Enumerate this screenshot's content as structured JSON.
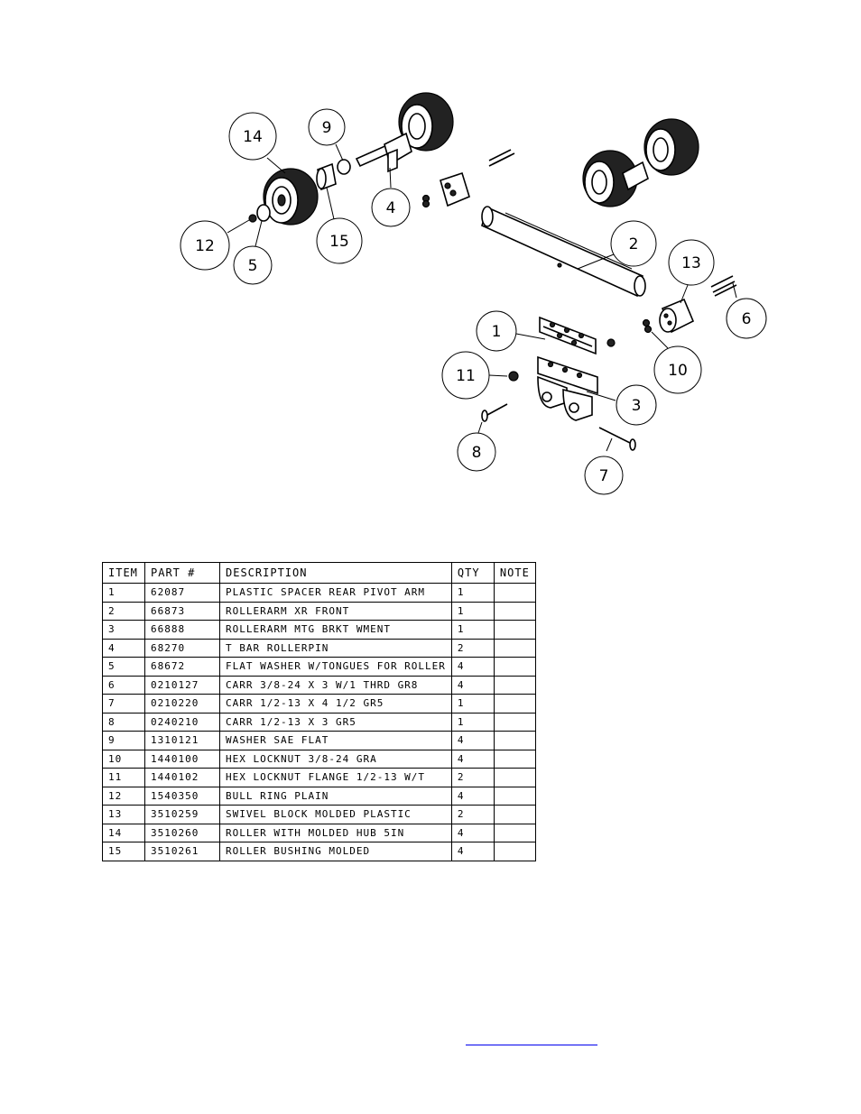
{
  "callouts": [
    "14",
    "9",
    "4",
    "12",
    "5",
    "15",
    "2",
    "13",
    "6",
    "1",
    "10",
    "11",
    "3",
    "8",
    "7"
  ],
  "table": {
    "headers": [
      "ITEM",
      "PART #",
      "DESCRIPTION",
      "QTY",
      "NOTE"
    ],
    "rows": [
      [
        "1",
        "62087",
        "PLASTIC SPACER REAR PIVOT ARM",
        "1",
        ""
      ],
      [
        "2",
        "66873",
        "ROLLERARM XR FRONT",
        "1",
        ""
      ],
      [
        "3",
        "66888",
        "ROLLERARM MTG BRKT WMENT",
        "1",
        ""
      ],
      [
        "4",
        "68270",
        "T BAR ROLLERPIN",
        "2",
        ""
      ],
      [
        "5",
        "68672",
        "FLAT WASHER W/TONGUES FOR ROLLER",
        "4",
        ""
      ],
      [
        "6",
        "0210127",
        "CARR 3/8-24 X 3 W/1 THRD GR8",
        "4",
        ""
      ],
      [
        "7",
        "0210220",
        "CARR 1/2-13 X 4 1/2 GR5",
        "1",
        ""
      ],
      [
        "8",
        "0240210",
        "CARR 1/2-13 X 3 GR5",
        "1",
        ""
      ],
      [
        "9",
        "1310121",
        "WASHER SAE FLAT",
        "4",
        ""
      ],
      [
        "10",
        "1440100",
        "HEX LOCKNUT 3/8-24 GRA",
        "4",
        ""
      ],
      [
        "11",
        "1440102",
        "HEX LOCKNUT FLANGE 1/2-13 W/T",
        "2",
        ""
      ],
      [
        "12",
        "1540350",
        "BULL RING PLAIN",
        "4",
        ""
      ],
      [
        "13",
        "3510259",
        "SWIVEL BLOCK MOLDED PLASTIC",
        "2",
        ""
      ],
      [
        "14",
        "3510260",
        "ROLLER WITH MOLDED HUB  5IN",
        "4",
        ""
      ],
      [
        "15",
        "3510261",
        "ROLLER BUSHING MOLDED",
        "4",
        ""
      ]
    ]
  }
}
